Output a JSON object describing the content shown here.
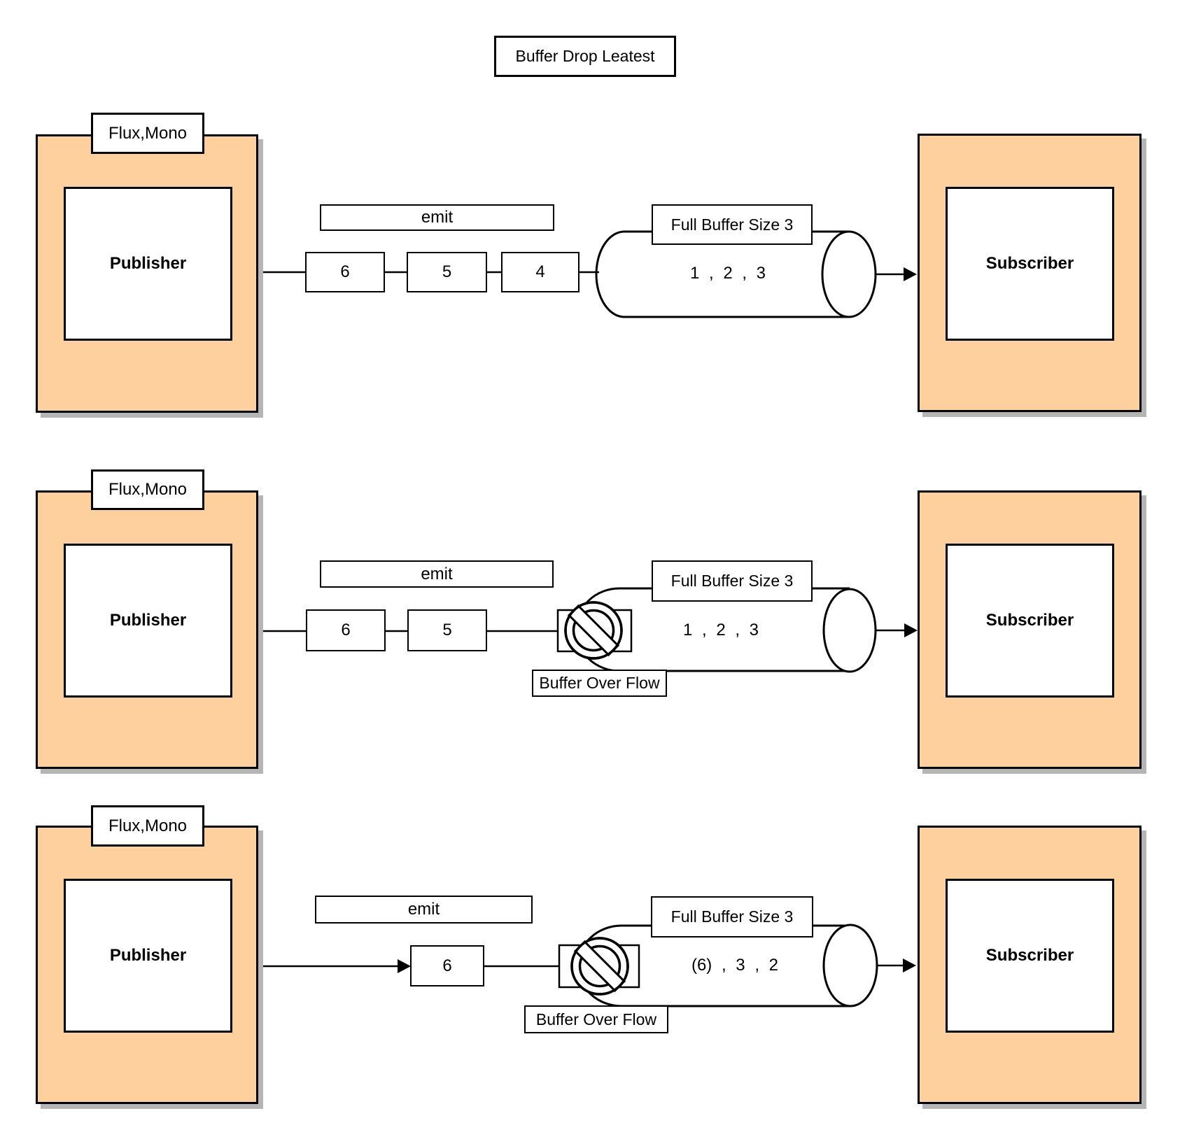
{
  "title": "Buffer Drop Leatest",
  "colors": {
    "accent_fill": "#FDD09E",
    "shadow": "#B5B5B5",
    "line": "#000000"
  },
  "icons": {
    "overflow": "no-entry-icon"
  },
  "rows": [
    {
      "tab": "Flux,Mono",
      "publisher": "Publisher",
      "emit_label": "emit",
      "queue": [
        "6",
        "5",
        "4"
      ],
      "buffer_title": "Full Buffer Size 3",
      "buffer_contents": "1 , 2 , 3",
      "subscriber": "Subscriber"
    },
    {
      "tab": "Flux,Mono",
      "publisher": "Publisher",
      "emit_label": "emit",
      "queue": [
        "6",
        "5"
      ],
      "buffer_title": "Full Buffer Size 3",
      "buffer_contents": "1 , 2 , 3",
      "overflow_label": "Buffer Over Flow",
      "subscriber": "Subscriber"
    },
    {
      "tab": "Flux,Mono",
      "publisher": "Publisher",
      "emit_label": "emit",
      "queue": [
        "6"
      ],
      "buffer_title": "Full Buffer Size 3",
      "buffer_contents": "(6) , 3 , 2",
      "overflow_label": "Buffer Over Flow",
      "subscriber": "Subscriber"
    }
  ]
}
